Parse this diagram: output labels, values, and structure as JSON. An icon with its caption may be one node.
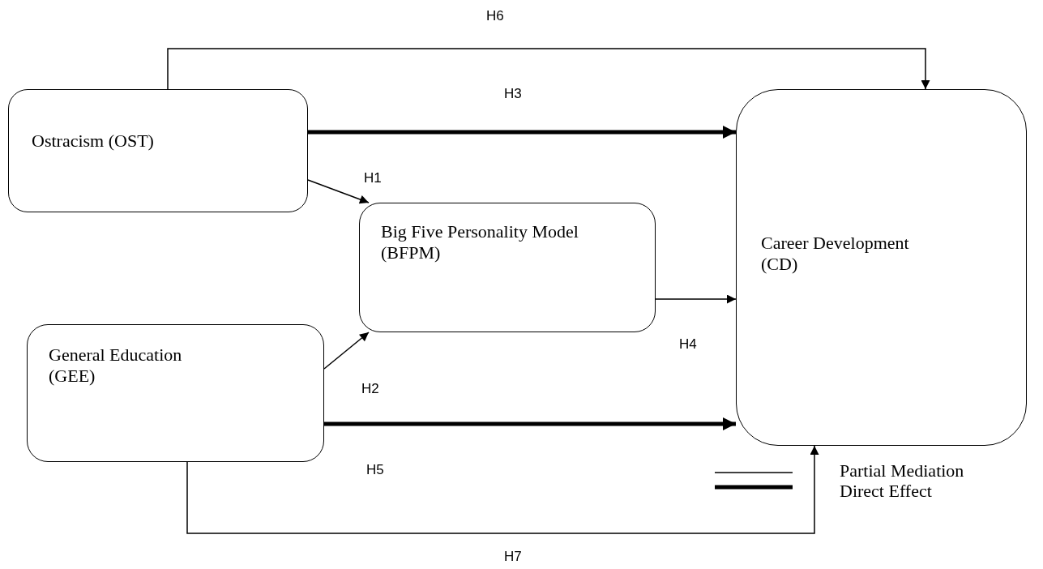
{
  "diagram": {
    "nodes": [
      {
        "text": [
          "Ostracism (OST)"
        ]
      },
      {
        "text": [
          "Big Five Personality Model (BFPM)"
        ]
      },
      {
        "text": [
          "General Education (GEE)"
        ]
      },
      {
        "text": [
          "Career Development (CD)"
        ]
      }
    ],
    "edges": [
      {
        "from": 0,
        "to": 1,
        "arrow": "to",
        "label": "H1"
      },
      {
        "from": 2,
        "to": 1,
        "arrow": "to"
      },
      {
        "from": 0,
        "to": 3,
        "arrow": "to",
        "label": "H3",
        "style": "thick"
      },
      {
        "from": 1,
        "to": 3,
        "arrow": "to",
        "label": "H4"
      },
      {
        "from": 2,
        "to": 3,
        "arrow": "to",
        "label": "H2",
        "style": "thick"
      },
      {
        "from": 0,
        "to": 3,
        "arrow": "to",
        "label": "H6"
      },
      {
        "from": 2,
        "to": 3,
        "arrow": "to",
        "label": "H7"
      }
    ],
    "labels": [
      "H5"
    ],
    "legend": [
      {
        "text": "Partial Mediation"
      },
      {
        "text": "Direct Effect"
      }
    ]
  }
}
